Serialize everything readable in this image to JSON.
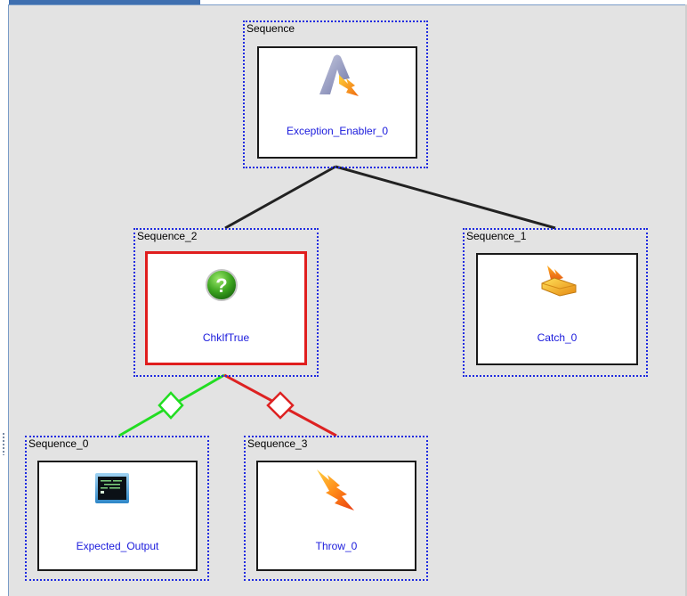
{
  "workflow": {
    "root": {
      "sequence_label": "Sequence",
      "node_label": "Exception_Enabler_0",
      "icon": "exception-enabler-icon"
    },
    "left": {
      "sequence_label": "Sequence_2",
      "node_label": "ChkIfTrue",
      "icon": "question-icon"
    },
    "right": {
      "sequence_label": "Sequence_1",
      "node_label": "Catch_0",
      "icon": "catch-icon"
    },
    "bottom_left": {
      "sequence_label": "Sequence_0",
      "node_label": "Expected_Output",
      "icon": "console-output-icon"
    },
    "bottom_right": {
      "sequence_label": "Sequence_3",
      "node_label": "Throw_0",
      "icon": "throw-icon"
    }
  },
  "colors": {
    "canvas": "#e3e3e3",
    "sequence_border": "#1f2be0",
    "node_label": "#1a1adc",
    "true_branch": "#22dd22",
    "false_branch": "#dd2222",
    "active_node_border": "#e01e1e"
  }
}
